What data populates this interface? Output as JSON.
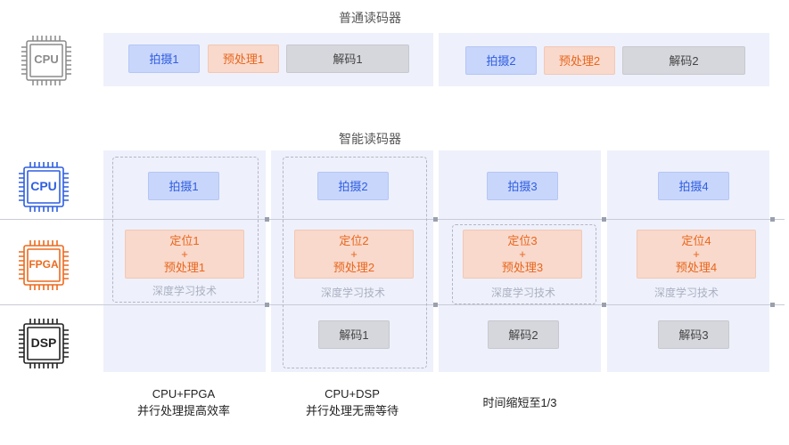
{
  "normal": {
    "title": "普通读码器",
    "chip": "CPU",
    "groups": [
      {
        "capture": "拍摄1",
        "preprocess": "预处理1",
        "decode": "解码1"
      },
      {
        "capture": "拍摄2",
        "preprocess": "预处理2",
        "decode": "解码2"
      }
    ]
  },
  "smart": {
    "title": "智能读码器",
    "chips": {
      "cpu": "CPU",
      "fpga": "FPGA",
      "dsp": "DSP"
    },
    "columns": [
      {
        "capture": "拍摄1",
        "locate": "定位1\n+\n预处理1",
        "deep": "深度学习技术",
        "decode": ""
      },
      {
        "capture": "拍摄2",
        "locate": "定位2\n+\n预处理2",
        "deep": "深度学习技术",
        "decode": "解码1"
      },
      {
        "capture": "拍摄3",
        "locate": "定位3\n+\n预处理3",
        "deep": "深度学习技术",
        "decode": "解码2"
      },
      {
        "capture": "拍摄4",
        "locate": "定位4\n+\n预处理4",
        "deep": "深度学习技术",
        "decode": "解码3"
      }
    ],
    "notes": [
      {
        "line1": "CPU+FPGA",
        "line2": "并行处理提高效率"
      },
      {
        "line1": "CPU+DSP",
        "line2": "并行处理无需等待"
      },
      {
        "line1": "时间缩短至1/3",
        "line2": ""
      }
    ]
  },
  "colors": {
    "cpu_blue": "#2f5fe0",
    "fpga_orange": "#ec6a1e",
    "dsp_black": "#222222",
    "chip_gray": "#8a8a8a"
  }
}
